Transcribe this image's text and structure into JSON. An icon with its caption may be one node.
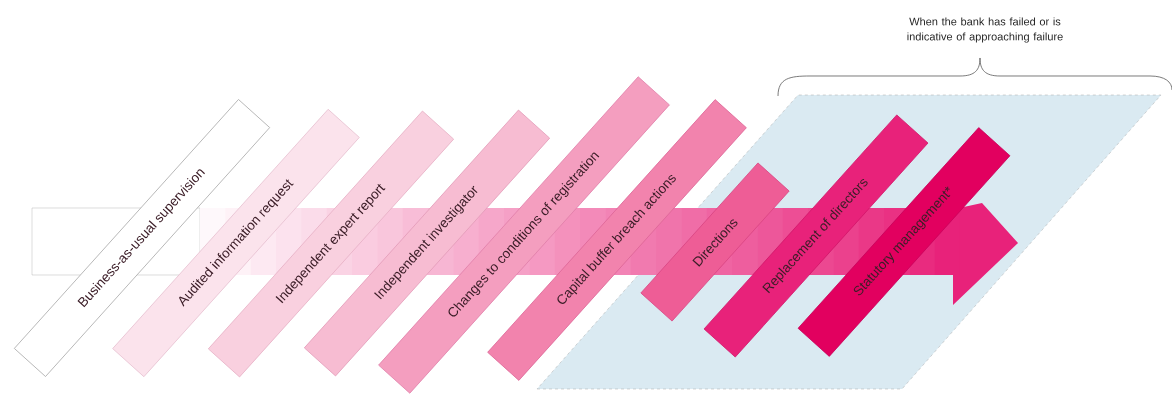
{
  "diagram": {
    "nodes": [
      {
        "text": [
          "Business-as-usual supervision"
        ]
      },
      {
        "text": [
          "Audited information request"
        ]
      },
      {
        "text": [
          "Independent expert report"
        ]
      },
      {
        "text": [
          "Independent investigator"
        ]
      },
      {
        "text": [
          "Changes to conditions of registration"
        ]
      },
      {
        "text": [
          "Capital buffer breach actions"
        ]
      },
      {
        "text": [
          "Directions"
        ]
      },
      {
        "text": [
          "Replacement of directors"
        ]
      },
      {
        "text": [
          "Statutory management*"
        ]
      }
    ],
    "labels": [
      "When the bank has failed or is indicative of approaching failure"
    ]
  }
}
